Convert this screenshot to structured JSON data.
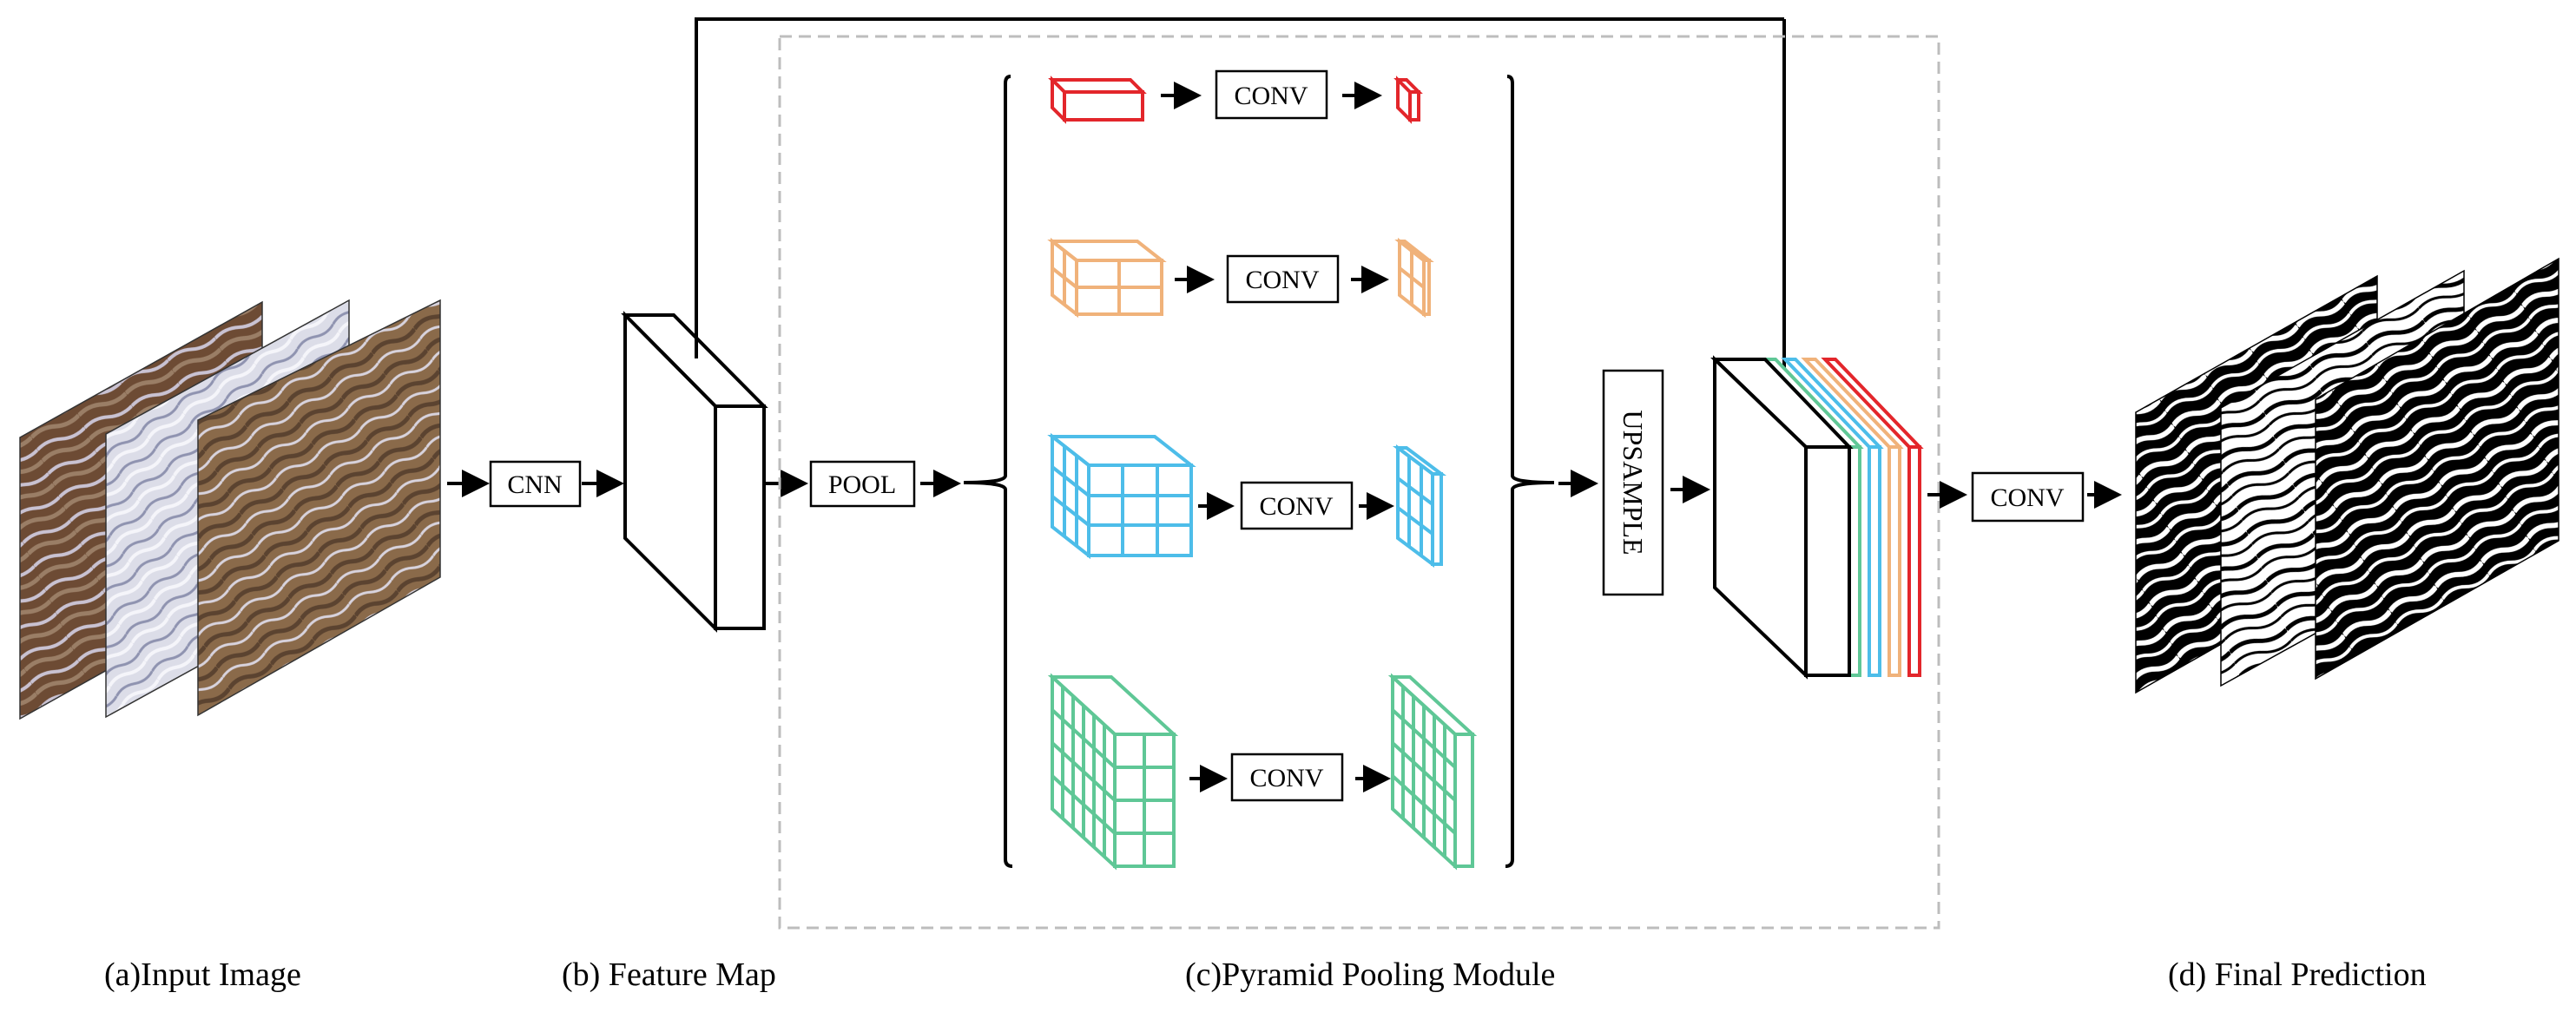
{
  "ops": {
    "cnn": "CNN",
    "pool": "POOL",
    "conv": "CONV",
    "upsample": "UPSAMPLE"
  },
  "captions": {
    "input": "(a)Input Image",
    "feature": "(b) Feature Map",
    "ppm": "(c)Pyramid Pooling Module",
    "final": "(d) Final Prediction"
  },
  "colors": {
    "red": "#e3262b",
    "orange": "#f0b27a",
    "blue": "#4dbde9",
    "green": "#5fc796",
    "module_border": "#bdbdbd",
    "terrain_brown": "#7a5a3c",
    "terrain_light": "#e6e6ef"
  }
}
